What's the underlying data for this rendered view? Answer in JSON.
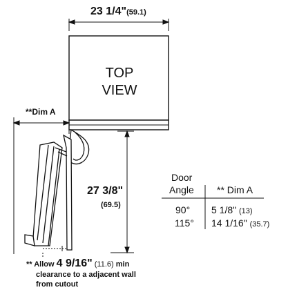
{
  "width_dim": {
    "value": "23 1/4\"",
    "metric": "(59.1)"
  },
  "top_view": {
    "line1": "TOP",
    "line2": "VIEW"
  },
  "dim_a_label": "**Dim A",
  "depth_dim": {
    "value": "27 3/8\"",
    "metric": "(69.5)"
  },
  "door_table": {
    "header_col1_line1": "Door",
    "header_col1_line2": "Angle",
    "header_col2": "** Dim A",
    "rows": [
      {
        "angle": "90°",
        "dim": "5 1/8\"",
        "metric": "(13)"
      },
      {
        "angle": "115°",
        "dim": "14 1/16\"",
        "metric": "(35.7)"
      }
    ]
  },
  "note": {
    "prefix": "** Allow ",
    "dimension": "4 9/16\"",
    "metric": "(11.6)",
    "suffix": " min",
    "line2": "clearance to a adjacent wall",
    "line3": "from cutout"
  }
}
